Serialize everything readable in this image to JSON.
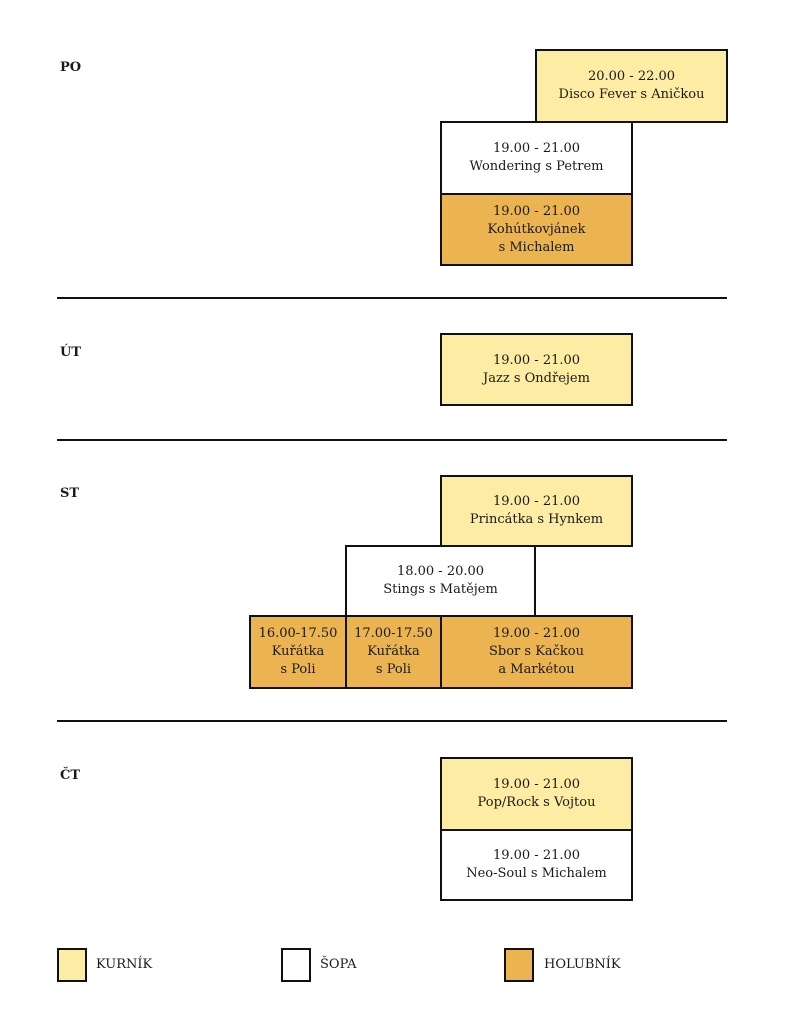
{
  "colors": {
    "kurnik": "#fdeca3",
    "sopa": "#ffffff",
    "holubnik": "#ecb451"
  },
  "days": [
    {
      "label": "PO",
      "events": [
        {
          "time": "20.00 - 22.00",
          "lines": [
            "Disco Fever s Aničkou"
          ],
          "room": "kurnik"
        },
        {
          "time": "19.00 - 21.00",
          "lines": [
            "Wondering s Petrem"
          ],
          "room": "sopa"
        },
        {
          "time": "19.00 - 21.00",
          "lines": [
            "Kohútkovjánek",
            "s Michalem"
          ],
          "room": "holubnik"
        }
      ]
    },
    {
      "label": "ÚT",
      "events": [
        {
          "time": "19.00 - 21.00",
          "lines": [
            "Jazz s Ondřejem"
          ],
          "room": "kurnik"
        }
      ]
    },
    {
      "label": "ST",
      "events": [
        {
          "time": "19.00 - 21.00",
          "lines": [
            "Princátka s Hynkem"
          ],
          "room": "kurnik"
        },
        {
          "time": "18.00 - 20.00",
          "lines": [
            "Stings s Matějem"
          ],
          "room": "sopa"
        },
        {
          "time": "16.00-17.50",
          "lines": [
            "Kuřátka",
            "s Poli"
          ],
          "room": "holubnik"
        },
        {
          "time": "17.00-17.50",
          "lines": [
            "Kuřátka",
            "s Poli"
          ],
          "room": "holubnik"
        },
        {
          "time": "19.00 - 21.00",
          "lines": [
            "Sbor s Kačkou",
            "a Markétou"
          ],
          "room": "holubnik"
        }
      ]
    },
    {
      "label": "ČT",
      "events": [
        {
          "time": "19.00 - 21.00",
          "lines": [
            "Pop/Rock s Vojtou"
          ],
          "room": "kurnik"
        },
        {
          "time": "19.00 - 21.00",
          "lines": [
            "Neo-Soul s Michalem"
          ],
          "room": "sopa"
        }
      ]
    }
  ],
  "legend": [
    {
      "room": "kurnik",
      "label": "KURNÍK"
    },
    {
      "room": "sopa",
      "label": "ŠOPA"
    },
    {
      "room": "holubnik",
      "label": "HOLUBNÍK"
    }
  ]
}
